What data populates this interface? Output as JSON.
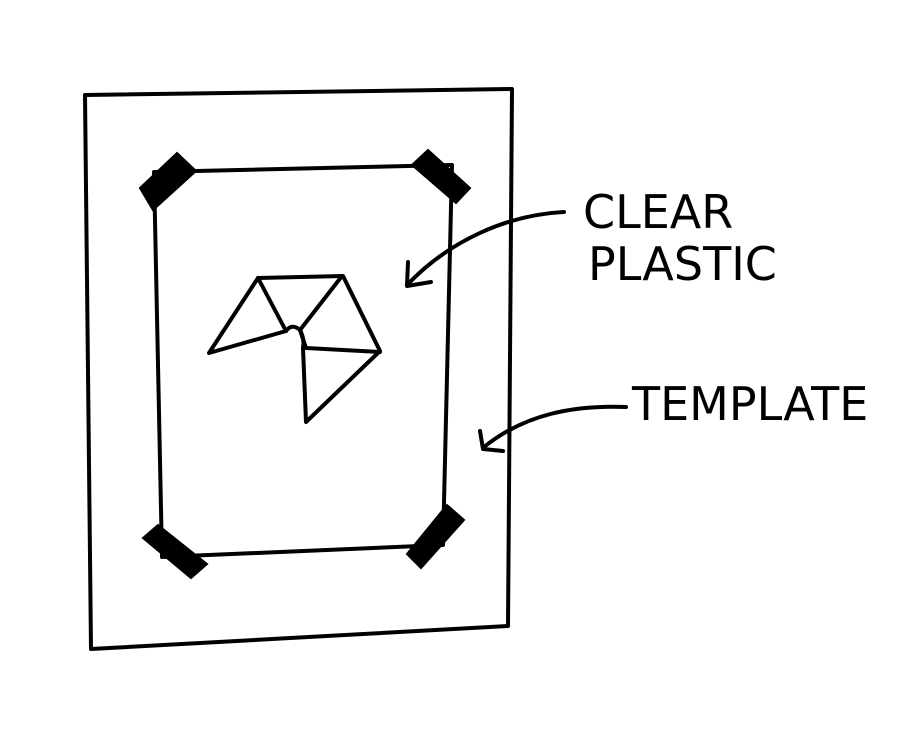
{
  "colors": {
    "ink": "#000000",
    "paper": "#ffffff"
  },
  "labels": {
    "clear_plastic_line1": "CLEAR",
    "clear_plastic_line2": "PLASTIC",
    "template": "TEMPLATE"
  },
  "icons": {
    "tape": "tape-strip-shape",
    "symbol": "triangular-radiation-like-symbol"
  }
}
